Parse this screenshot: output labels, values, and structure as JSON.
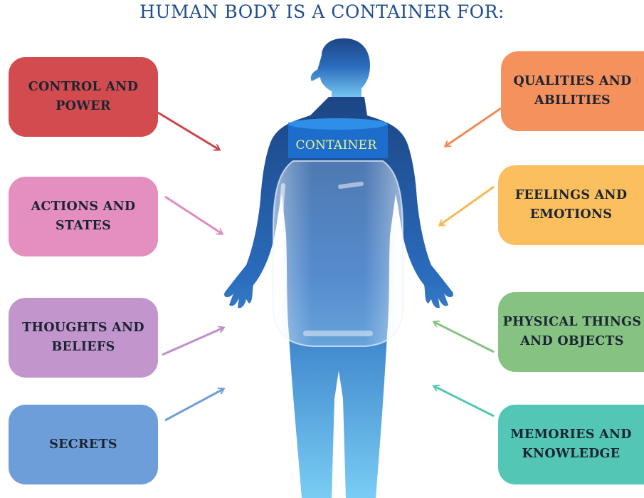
{
  "title": "HUMAN BODY IS A CONTAINER FOR:",
  "container_label": "CONTAINER",
  "left_boxes": [
    {
      "label": "CONTROL AND\nPOWER",
      "color": "#d24b4f"
    },
    {
      "label": "ACTIONS AND\nSTATES",
      "color": "#e48fbf"
    },
    {
      "label": "THOUGHTS AND\nBELIEFS",
      "color": "#c295cd"
    },
    {
      "label": "SECRETS",
      "color": "#6e9ed9"
    }
  ],
  "right_boxes": [
    {
      "label": "QUALITIES AND\nABILITIES",
      "color": "#f5915c"
    },
    {
      "label": "FEELINGS AND\nEMOTIONS",
      "color": "#fcbf5e"
    },
    {
      "label": "PHYSICAL THINGS\nAND OBJECTS",
      "color": "#86c281"
    },
    {
      "label": "MEMORIES AND\nKNOWLEDGE",
      "color": "#53c6b6"
    }
  ],
  "colors": {
    "title": "#1f4e8c",
    "body_top": "#1c4584",
    "body_bottom": "#79cdf4",
    "container_band": "#1e6fd1",
    "container_text": "#f3f77a"
  }
}
